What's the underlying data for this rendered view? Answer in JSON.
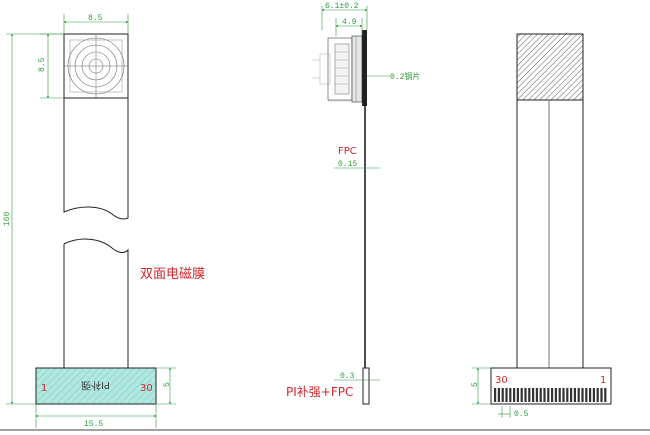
{
  "drawing": {
    "front_view": {
      "dim_top_width": "8.5",
      "dim_lens_height": "8.5",
      "dim_total_length": "160",
      "dim_connector_height": "5",
      "dim_bottom_width": "15.5",
      "film_label": "双面电磁膜",
      "pin_left": "1",
      "pin_right": "30",
      "stiffener_mark": "PI补强"
    },
    "side_view": {
      "dim_overall": "6.1±0.2",
      "dim_module": "4.9",
      "steel_label": "0.2钢片",
      "fpc_label": "FPC",
      "fpc_thickness": "0.15",
      "stiffener_thickness": "0.3",
      "stiffener_label": "PI补强+FPC"
    },
    "back_view": {
      "pin_left": "30",
      "pin_right": "1",
      "dim_connector_height": "5",
      "dim_pitch": "0.5"
    },
    "colors": {
      "dimension": "#2c9b3a",
      "label": "#d3262b",
      "stiffener_fill": "#aee8e0",
      "outline": "#222222"
    }
  }
}
